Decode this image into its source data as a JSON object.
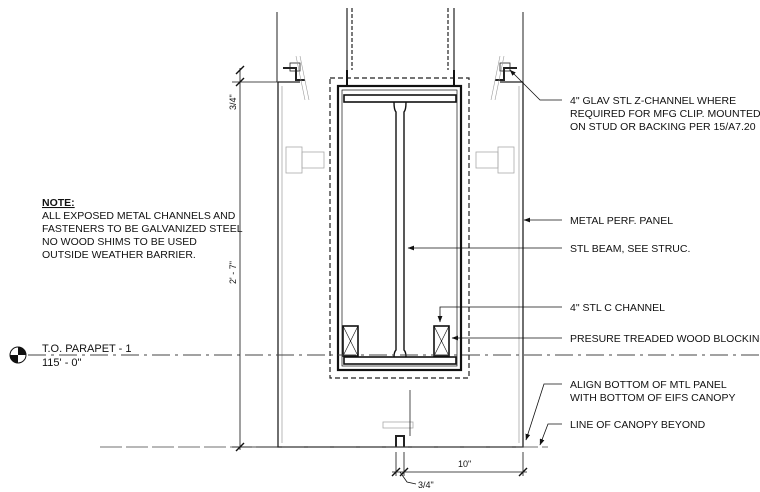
{
  "note": {
    "title": "NOTE:",
    "lines": [
      "ALL EXPOSED METAL CHANNELS AND",
      "FASTENERS TO BE GALVANIZED STEEL",
      "NO WOOD SHIMS TO BE USED",
      "OUTSIDE WEATHER BARRIER."
    ]
  },
  "callouts": {
    "z_channel": [
      "4\" GLAV STL Z-CHANNEL WHERE",
      "REQUIRED FOR MFG CLIP. MOUNTED",
      "ON STUD OR BACKING PER 15/A7.20"
    ],
    "perf_panel": "METAL PERF. PANEL",
    "stl_beam": "STL BEAM, SEE STRUC.",
    "c_channel": "4\" STL C CHANNEL",
    "wood_blocking": "PRESURE TREADED WOOD BLOCKING",
    "align_bottom": [
      "ALIGN BOTTOM OF MTL PANEL",
      "WITH BOTTOM OF EIFS CANOPY"
    ],
    "canopy_line": "LINE OF CANOPY BEYOND"
  },
  "level": {
    "name": "T.O. PARAPET - 1",
    "elevation": "115' - 0\""
  },
  "dimensions": {
    "top_reveal": "3/4\"",
    "height": "2' - 7\"",
    "width": "10\"",
    "bottom_reveal": "3/4\""
  }
}
